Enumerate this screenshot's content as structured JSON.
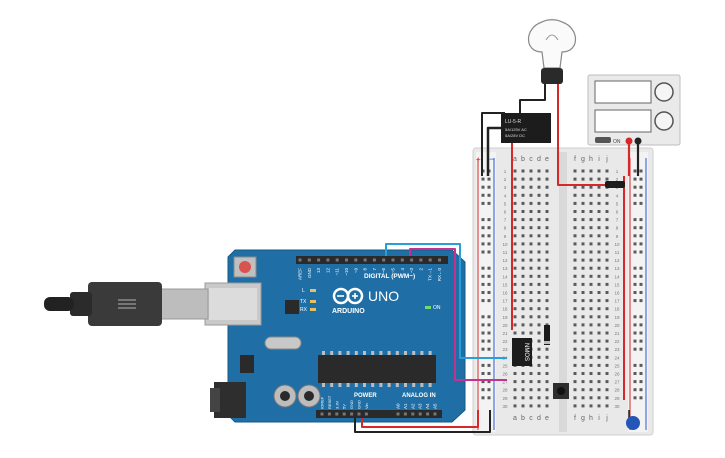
{
  "arduino": {
    "brand": "ARDUINO",
    "model": "UNO",
    "digital_label": "DIGITAL (PWM~)",
    "power_label": "POWER",
    "analog_label": "ANALOG IN",
    "on_label": "ON",
    "tx_label": "TX",
    "rx_label": "RX",
    "l_label": "L",
    "digital_pins": [
      "AREF",
      "GND",
      "13",
      "12",
      "~11",
      "~10",
      "~9",
      "8",
      "7",
      "~6",
      "~5",
      "4",
      "~3",
      "2",
      "TX→1",
      "RX←0"
    ],
    "power_pins": [
      "IOREF",
      "RESET",
      "3.3V",
      "5V",
      "GND",
      "GND",
      "Vin"
    ],
    "analog_pins": [
      "A0",
      "A1",
      "A2",
      "A3",
      "A4",
      "A5"
    ]
  },
  "relay": {
    "title": "LU-5-R",
    "line1": "5A/125V AC",
    "line2": "5A/28V DC"
  },
  "mosfet": {
    "label": "NMOS"
  },
  "power_supply": {
    "button": "ON"
  },
  "breadboard": {
    "columns_left": [
      "a",
      "b",
      "c",
      "d",
      "e"
    ],
    "columns_right": [
      "f",
      "g",
      "h",
      "i",
      "j"
    ],
    "plus": "+",
    "minus": "−",
    "row_count": 30
  },
  "colors": {
    "board_blue": "#1f6fa6",
    "wire_red": "#d62828",
    "wire_black": "#222222",
    "wire_blue": "#2a9fd6",
    "wire_magenta": "#c2338f",
    "breadboard": "#efefef"
  }
}
